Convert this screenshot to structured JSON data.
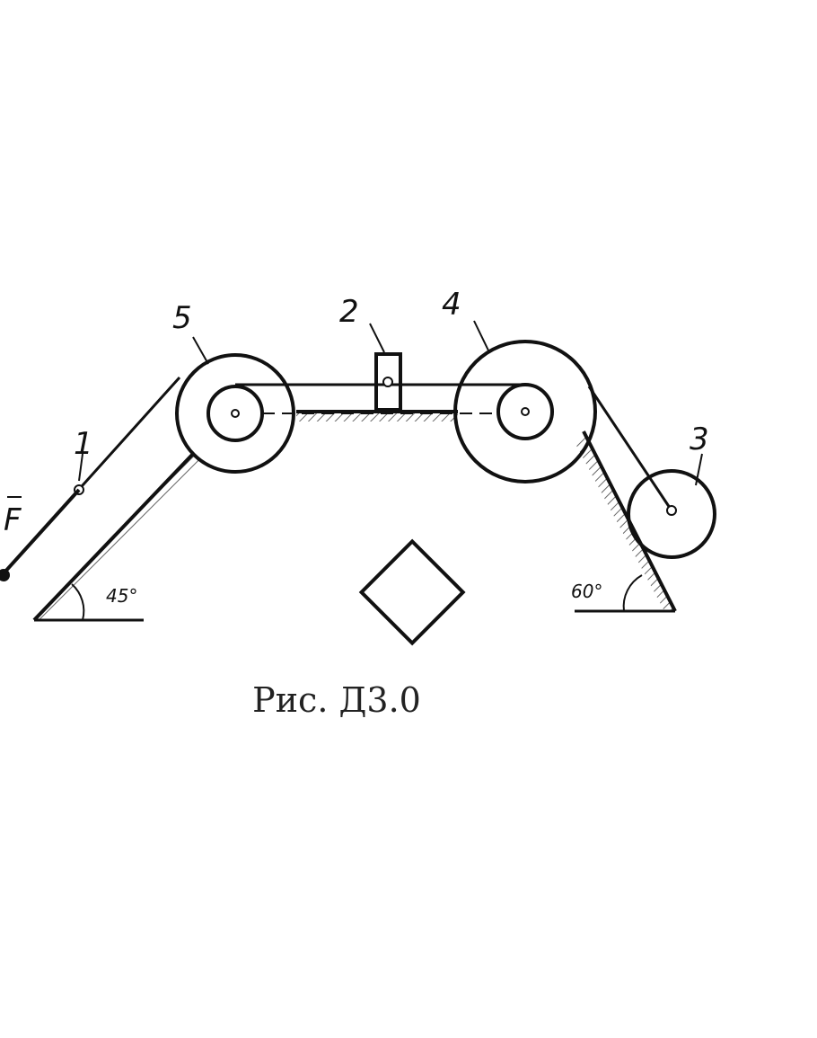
{
  "figure": {
    "caption": "Рис. Д3.0",
    "labels": {
      "body1": "1",
      "body2": "2",
      "body3": "3",
      "body4": "4",
      "body5": "5",
      "force": "F"
    },
    "angles": {
      "left": "45°",
      "right": "60°"
    }
  }
}
